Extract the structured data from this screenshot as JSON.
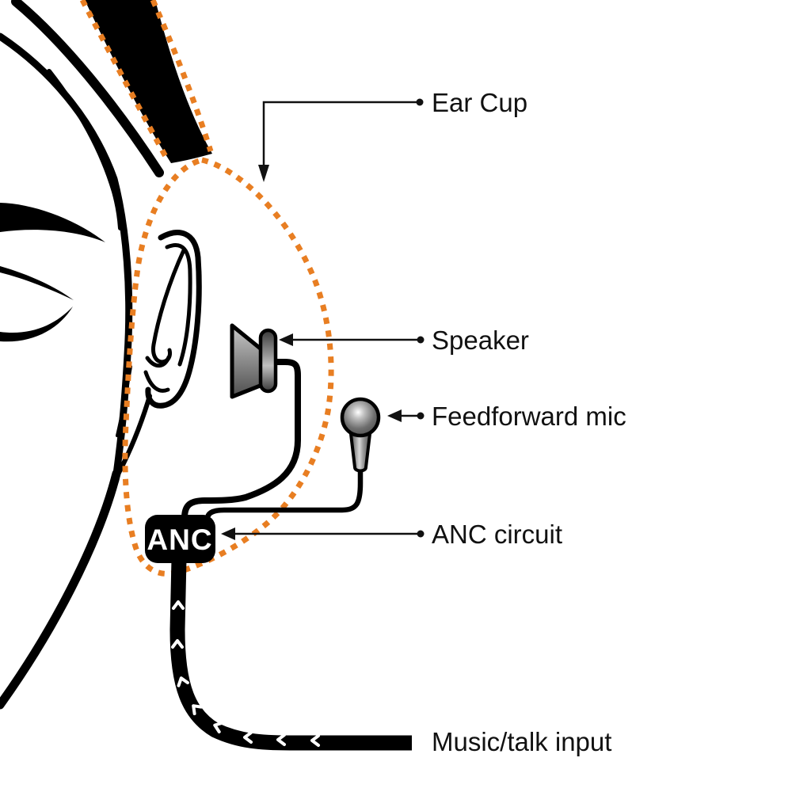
{
  "labels": {
    "ear_cup": "Ear Cup",
    "speaker": "Speaker",
    "feedforward_mic": "Feedforward mic",
    "anc_circuit": "ANC circuit",
    "music_talk_input": "Music/talk input"
  },
  "chip": {
    "text": "ANC"
  },
  "colors": {
    "ear_cup_dash": "#E87E22",
    "ink": "#000000",
    "chip_fill": "#000000",
    "chip_text": "#FFFFFF",
    "cable_chevron": "#FFFFFF"
  },
  "icons": {
    "speaker": "speaker-icon",
    "feedforward_mic": "feedforward-mic-icon",
    "anc_chip": "anc-chip",
    "cable": "audio-cable",
    "ear_cup_outline": "ear-cup-dashed-outline",
    "head": "head-profile-illustration"
  }
}
